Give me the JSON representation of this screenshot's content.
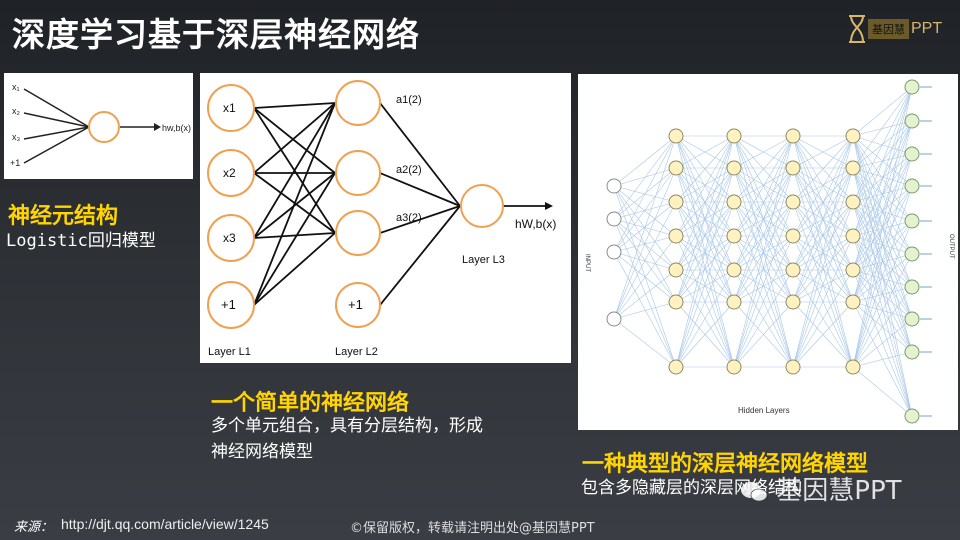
{
  "title": "深度学习基于深层神经网络",
  "logo": {
    "box_text": "基因慧",
    "ppt_text": "PPT"
  },
  "neuron": {
    "inputs": [
      "x₁",
      "x₂",
      "x₃",
      "+1"
    ],
    "output": "hw,b(x)",
    "caption_title": "神经元结构",
    "caption_sub": "Logistic回归模型"
  },
  "simple_net": {
    "layer1": [
      "x1",
      "x2",
      "x3",
      "+1"
    ],
    "layer2_bias": "+1",
    "activations": [
      "a1(2)",
      "a2(2)",
      "a3(2)"
    ],
    "output": "hW,b(x)",
    "layer_labels": [
      "Layer L1",
      "Layer L2",
      "Layer L3"
    ],
    "caption_title": "一个简单的神经网络",
    "caption_sub_1": "多个单元组合，具有分层结构，形成",
    "caption_sub_2": "神经网络模型"
  },
  "deep_net": {
    "input_label": "INPUT",
    "output_label": "OUTPUT",
    "hidden_label": "Hidden Layers",
    "caption_title": "一种典型的深层神经网络模型",
    "caption_sub": "包含多隐藏层的深层网络结构"
  },
  "footer": {
    "source_label": "来源：",
    "source_url": "http://djt.qq.com/article/view/1245",
    "copyright": "©保留版权，转载请注明出处@基因慧PPT"
  },
  "watermark": "基因慧PPT",
  "colors": {
    "accent": "#ffd400",
    "neuron_orange": "#f0a050",
    "deep_yellow": "#fff2c0",
    "deep_green": "#e4f2d0",
    "line_blue": "#a9c8e8"
  }
}
